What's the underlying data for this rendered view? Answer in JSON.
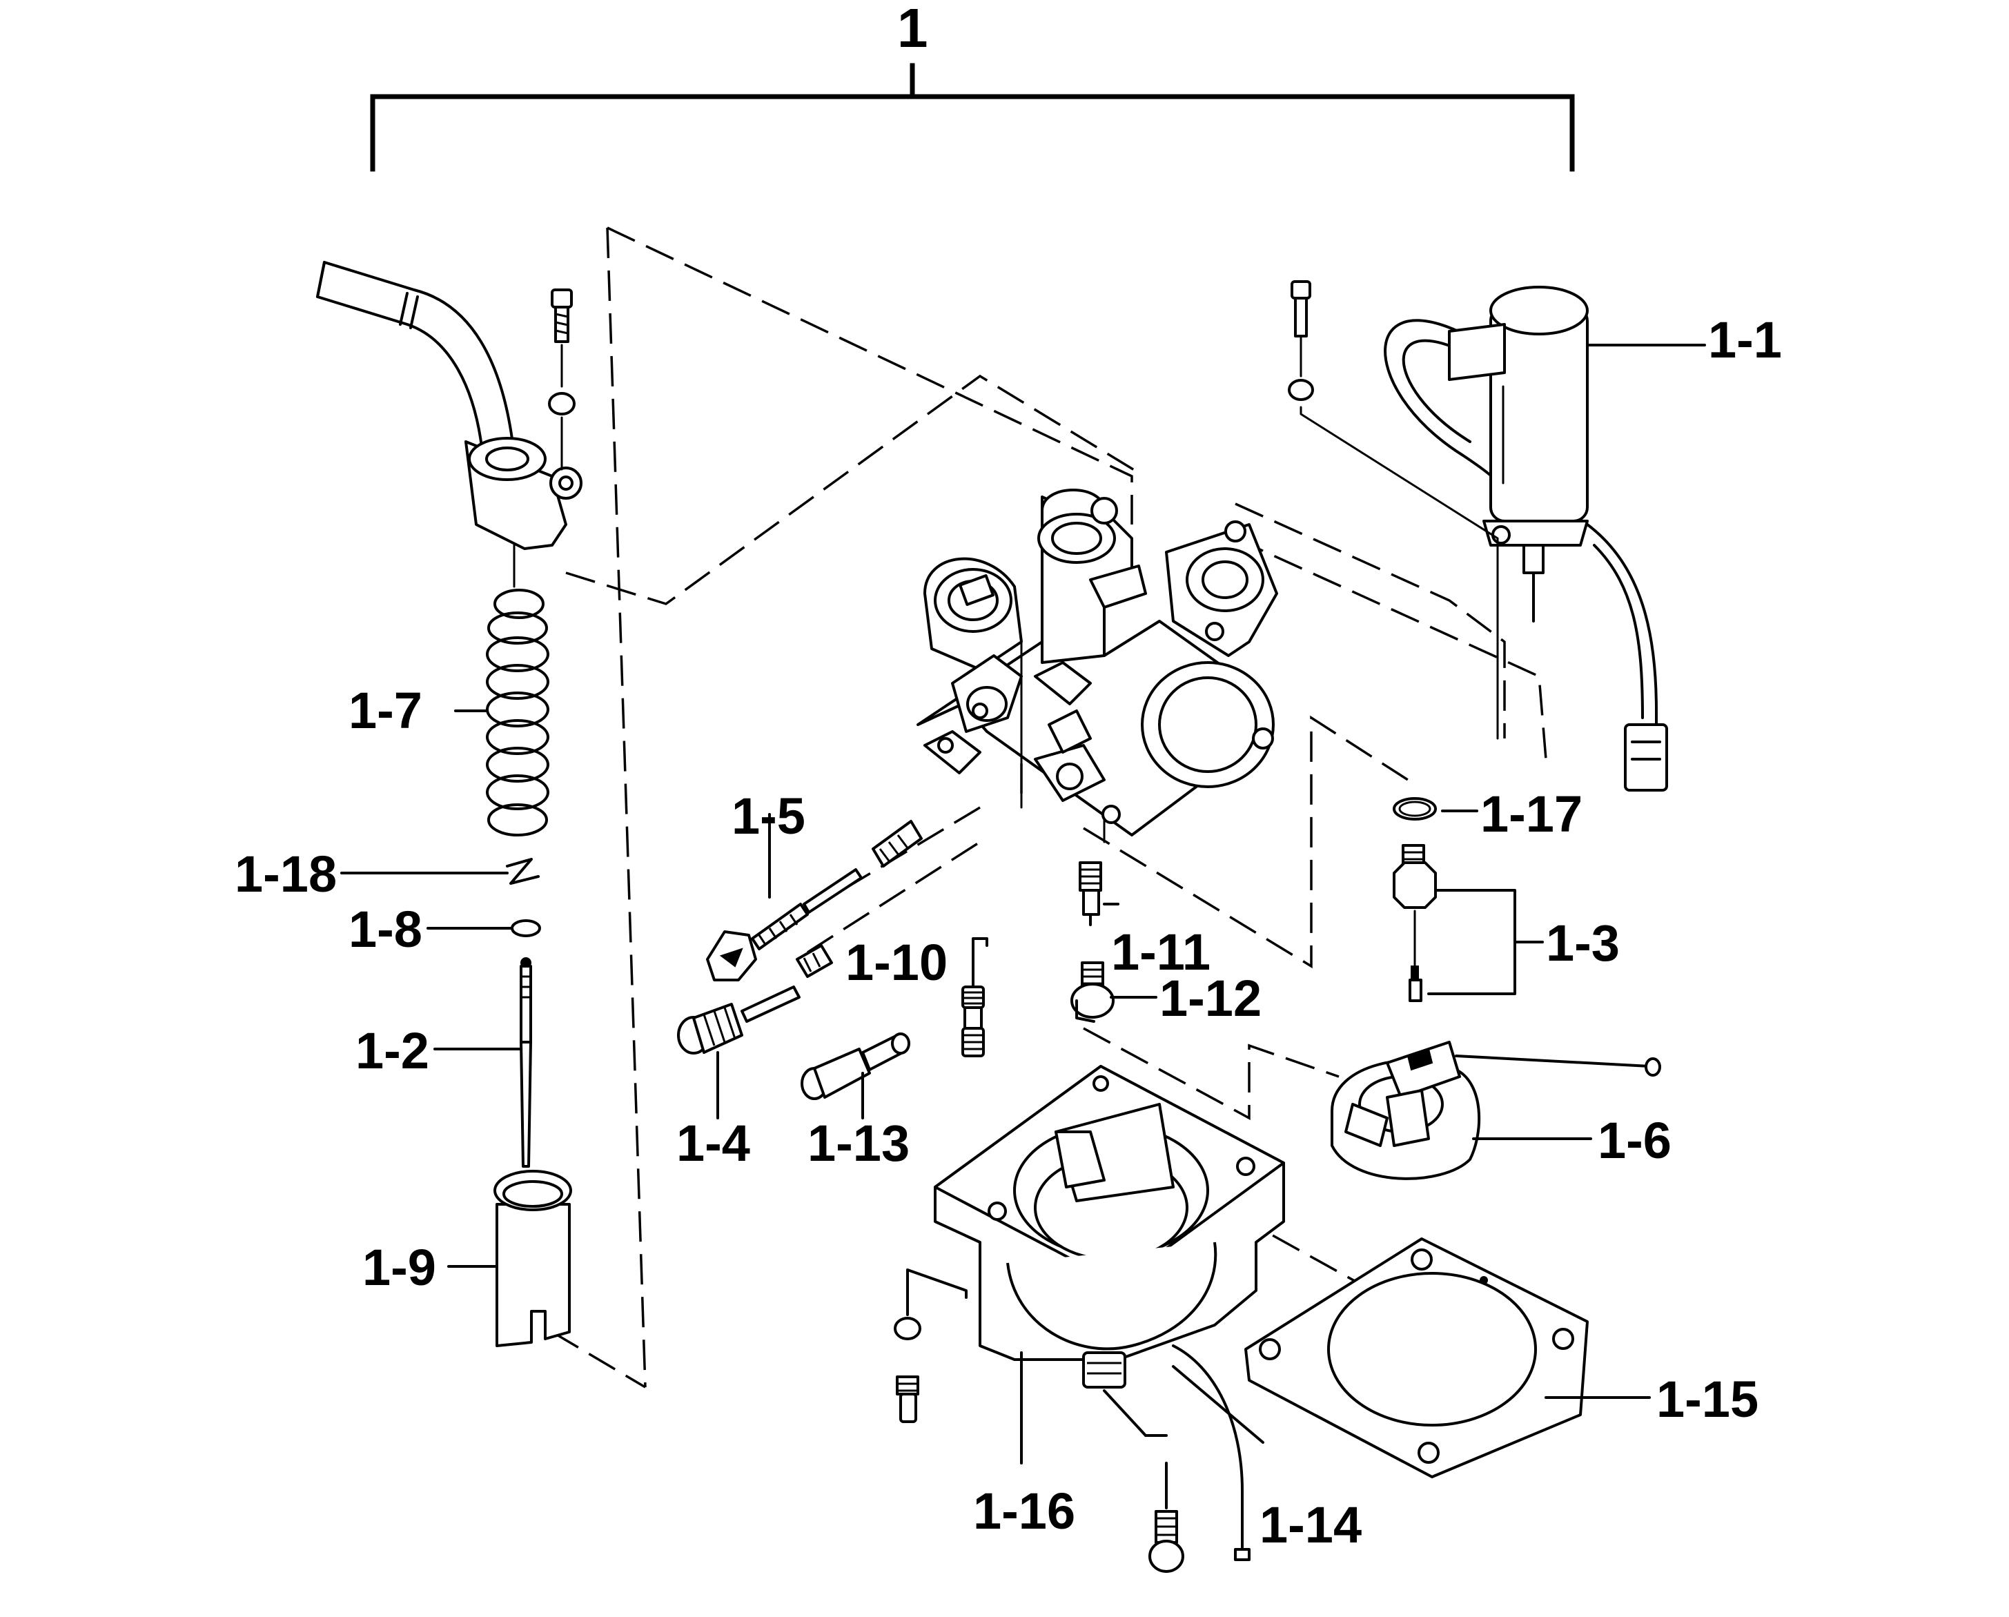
{
  "diagram": {
    "assembly_label": "1",
    "part_labels": {
      "p1_1": "1-1",
      "p1_2": "1-2",
      "p1_3": "1-3",
      "p1_4": "1-4",
      "p1_5": "1-5",
      "p1_6": "1-6",
      "p1_7": "1-7",
      "p1_8": "1-8",
      "p1_9": "1-9",
      "p1_10": "1-10",
      "p1_11": "1-11",
      "p1_12": "1-12",
      "p1_13": "1-13",
      "p1_14": "1-14",
      "p1_15": "1-15",
      "p1_16": "1-16",
      "p1_17": "1-17",
      "p1_18": "1-18"
    },
    "colors": {
      "ink": "#000000",
      "paper": "#ffffff"
    }
  }
}
